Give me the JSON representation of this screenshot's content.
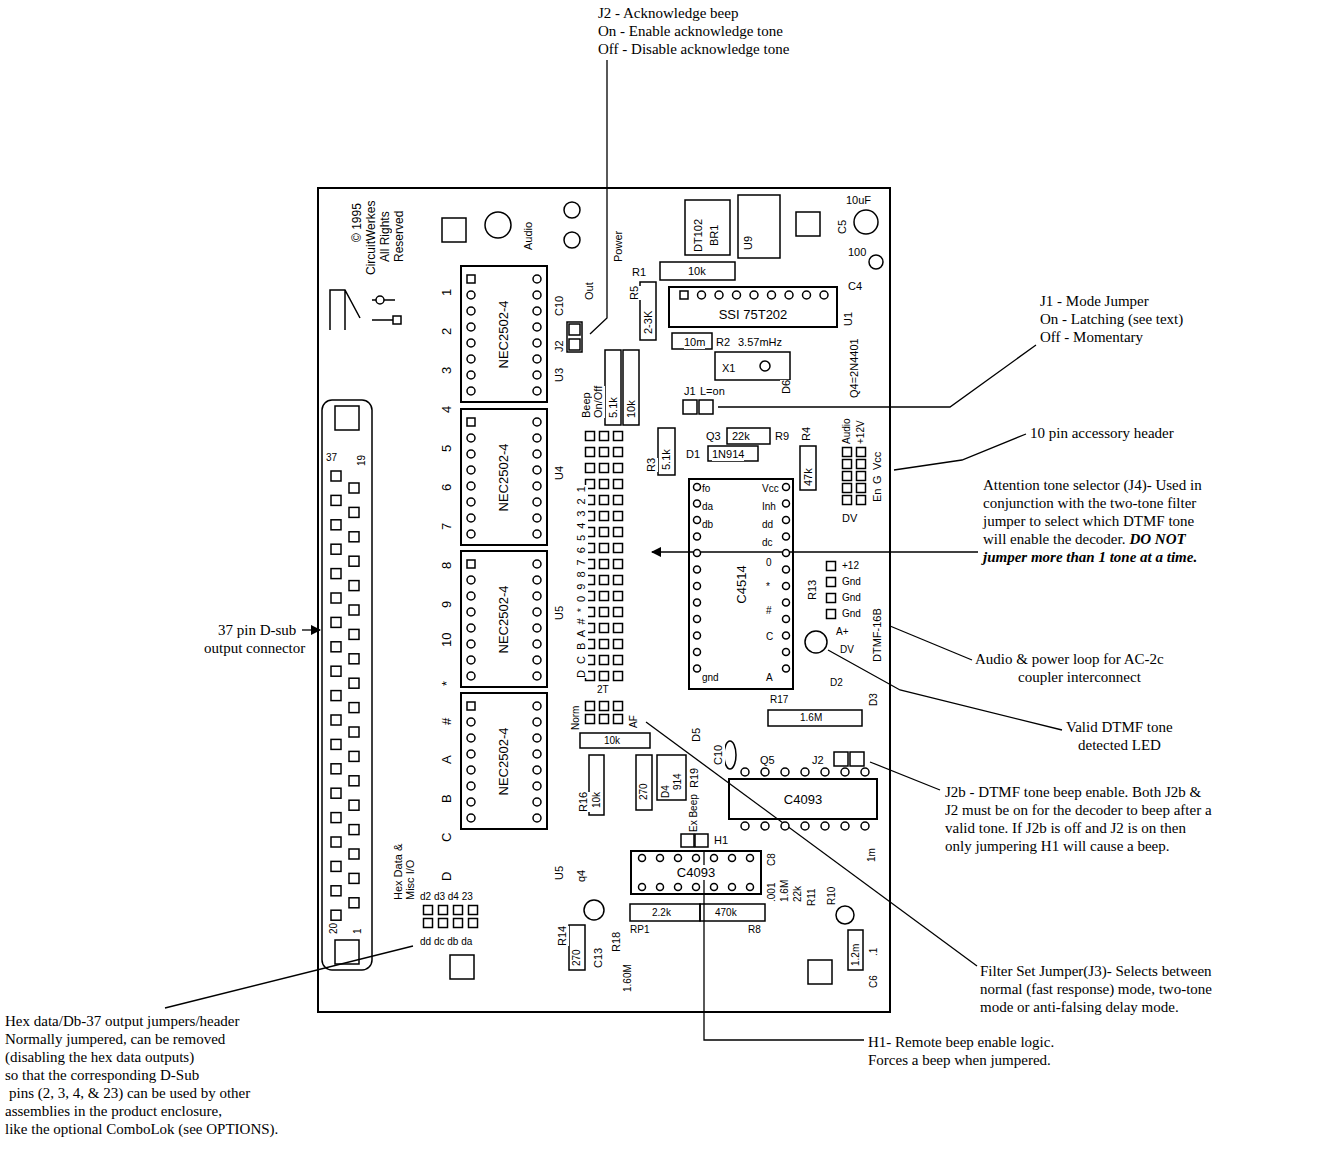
{
  "diagram": {
    "nodes": [
      {
        "text": [
          "NEC2502-4"
        ]
      },
      {
        "text": [
          "NEC2502-4"
        ]
      },
      {
        "text": [
          "NEC2502-4"
        ]
      },
      {
        "text": [
          "NEC2502-4"
        ]
      },
      {
        "text": [
          "SSI 75T202"
        ]
      },
      {
        "text": [
          "C4514"
        ]
      },
      {
        "text": [
          "C4093"
        ]
      },
      {
        "text": [
          "C4093"
        ]
      }
    ],
    "labels": [
      "J2 - Acknowledge beep",
      "On - Enable acknowledge tone",
      "Off - Disable acknowledge tone",
      "J1 - Mode Jumper",
      "On - Latching (see text)",
      "Off - Momentary",
      "10 pin accessory header",
      "Attention tone selector (J4)- Used in",
      "conjunction with the two-tone filter",
      "jumper to select which DTMF tone",
      "will enable the decoder.",
      "DO NOT",
      "jumper more than 1 tone at a time.",
      "Audio & power loop for AC-2c",
      "coupler interconnect",
      "Valid DTMF tone",
      "detected LED",
      "J2b - DTMF tone beep enable. Both J2b &",
      "J2 must be on for the decoder to beep after a",
      "valid tone. If J2b is off and J2 is on then",
      "only jumpering H1 will cause a beep.",
      "Filter Set Jumper(J3)- Selects between",
      "normal (fast response) mode, two-tone",
      "mode or anti-falsing delay mode.",
      "H1- Remote beep enable logic.",
      "Forces a beep when jumpered.",
      "37 pin D-sub",
      "output connector",
      "Hex data/Db-37 output jumpers/header",
      "Normally jumpered, can be removed",
      "(disabling the hex data outputs)",
      "so that the corresponding D-Sub",
      "pins (2, 3, 4, & 23) can be used by other",
      "assemblies in the product enclosure,",
      "like the optional ComboLok (see OPTIONS).",
      "© 1995",
      "CircuitWerkes",
      "All Rights",
      "Reserved",
      "1",
      "2",
      "3",
      "4",
      "5",
      "6",
      "7",
      "8",
      "9",
      "10",
      "*",
      "#",
      "A",
      "B",
      "C",
      "D",
      "U3",
      "U4",
      "U5",
      "U5",
      "D C B A # * 0 9 8 7 6 5 4 3 2 1",
      "J2",
      "C10",
      "Out",
      "Audio",
      "Beep",
      "On/Off",
      "5.1k",
      "10k",
      "Power",
      "R5",
      "2-3K",
      "R1",
      "10k",
      "DT102",
      "BR1",
      "U9",
      "10uF",
      "C5",
      "100",
      "C4",
      "U1",
      "Q4=2N4401",
      "10m",
      "R2",
      "3.57mHz",
      "X1",
      "J1",
      "L=on",
      "D6",
      "R3",
      "5.1k",
      "Q3",
      "22k",
      "R9",
      "R4",
      "47k",
      "D1",
      "1N914",
      "Audio",
      "+12V",
      "Vcc",
      "G",
      "En",
      "DV",
      "fo",
      "da",
      "db",
      "gnd",
      "Vcc",
      "Inh",
      "dd",
      "dc",
      "0",
      "*",
      "#",
      "C",
      "A",
      "R13",
      "+12",
      "Gnd",
      "Gnd",
      "Gnd",
      "DTMF-16B",
      "A+",
      "DV",
      "D2",
      "D3",
      "R17",
      "1.6M",
      "J2",
      "Q5",
      "C10",
      "D5",
      "R19",
      "Ex Beep",
      "H1",
      "Norm",
      "2T",
      "AF",
      "10k",
      "R16",
      "10k",
      "270",
      "D4",
      "914",
      "q4",
      "R14",
      "270",
      "C13",
      "R18",
      "1.60M",
      "2.2k",
      "470k",
      "RP1",
      "R8",
      ".001",
      "1.6M",
      "22k",
      "R11",
      "R10",
      "1m",
      "1.2m",
      ".1",
      "C6",
      "Hex Data &",
      "Misc I/O",
      "d2 d3 d4 23",
      "dd dc db da",
      "37",
      "19",
      "20",
      "1",
      "C8"
    ]
  }
}
